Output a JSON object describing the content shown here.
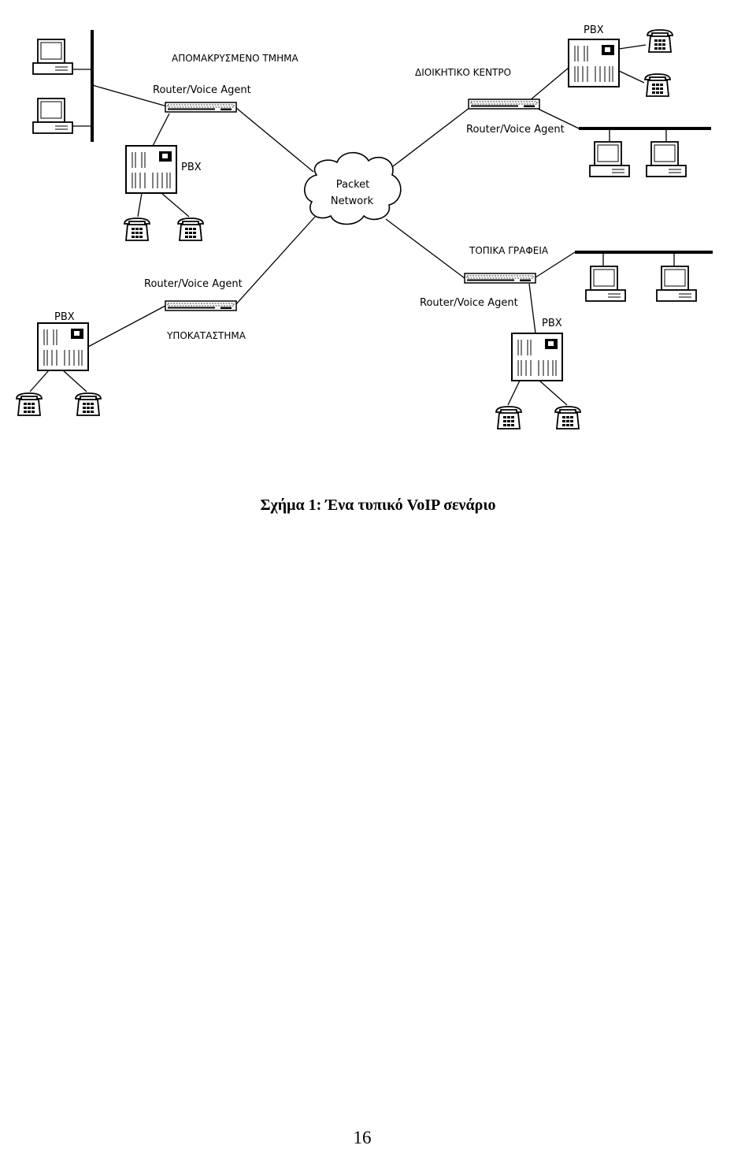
{
  "diagram": {
    "cloud_label_line1": "Packet",
    "cloud_label_line2": "Network",
    "sites": {
      "remote_department": {
        "site_label": "ΑΠΟΜΑΚΡΥΣΜΕΝΟ ΤΜΗΜΑ",
        "router_label": "Router/Voice Agent",
        "pbx_label": "PBX"
      },
      "headquarters": {
        "site_label": "ΔΙΟΙΚΗΤΙΚΟ ΚΕΝΤΡΟ",
        "router_label": "Router/Voice Agent",
        "pbx_label": "PBX"
      },
      "branch": {
        "site_label": "ΥΠΟΚΑΤΑΣΤΗΜΑ",
        "router_label": "Router/Voice Agent",
        "pbx_label": "PBX"
      },
      "local_offices": {
        "site_label": "ΤΟΠΙΚΑ ΓΡΑΦΕΙΑ",
        "router_label": "Router/Voice Agent",
        "pbx_label": "PBX"
      }
    }
  },
  "caption": "Σχήμα 1: Ένα τυπικό VoIP σενάριο",
  "page_number": "16"
}
